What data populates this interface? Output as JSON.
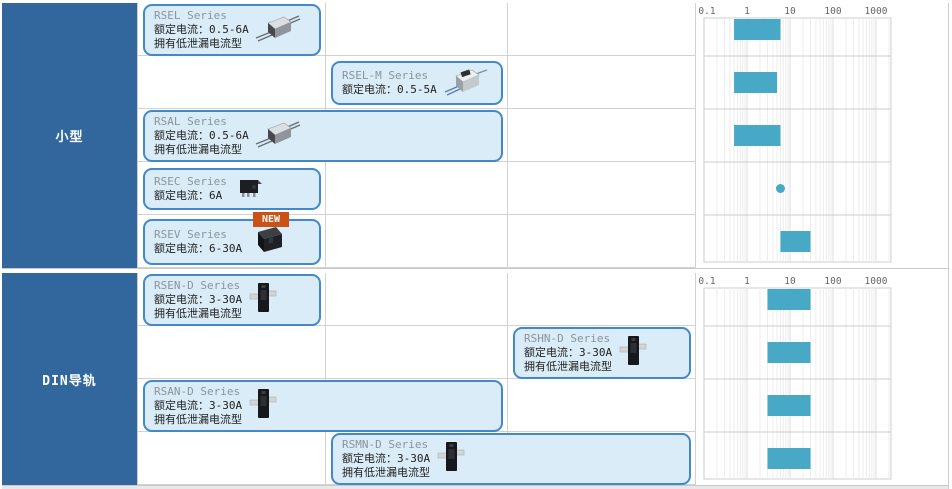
{
  "colors": {
    "sidebar_bg": "#31679C",
    "sidebar_text": "#FFFFFF",
    "card_bg": "#D9ECF7",
    "card_border": "#4389C9",
    "series_text": "#8A949D",
    "spec_text": "#1F1F1F",
    "bar_fill": "#47A9C5",
    "badge_bg": "#CB5217",
    "badge_text": "#FFFFFF",
    "grid_line": "#CCCCCC",
    "axis_text": "#666666"
  },
  "sections": [
    {
      "id": "small",
      "label": "小型",
      "rows": [
        {
          "id": "rsel",
          "series": "RSEL Series",
          "specs": [
            "额定电流：0.5-6A",
            "拥有低泄漏电流型"
          ],
          "col": 1,
          "span": 1,
          "image": "relay-pcb"
        },
        {
          "id": "rsel-m",
          "series": "RSEL-M Series",
          "specs": [
            "额定电流：0.5-5A"
          ],
          "col": 2,
          "span": 1,
          "image": "relay-metal"
        },
        {
          "id": "rsal",
          "series": "RSAL Series",
          "specs": [
            "额定电流：0.5-6A",
            "拥有低泄漏电流型"
          ],
          "col": 1,
          "span": 2,
          "image": "relay-pcb"
        },
        {
          "id": "rsec",
          "series": "RSEC Series",
          "specs": [
            "额定电流：6A"
          ],
          "col": 1,
          "span": 1,
          "image": "relay-cube"
        },
        {
          "id": "rsev",
          "series": "RSEV Series",
          "specs": [
            "额定电流：6-30A"
          ],
          "col": 1,
          "span": 1,
          "image": "relay-block",
          "badge": "NEW"
        }
      ]
    },
    {
      "id": "din",
      "label": "DIN导轨",
      "rows": [
        {
          "id": "rsen-d",
          "series": "RSEN-D Series",
          "specs": [
            "额定电流：3-30A",
            "拥有低泄漏电流型"
          ],
          "col": 1,
          "span": 1,
          "image": "relay-din"
        },
        {
          "id": "rshn-d",
          "series": "RSHN-D Series",
          "specs": [
            "额定电流：3-30A",
            "拥有低泄漏电流型"
          ],
          "col": 3,
          "span": 1,
          "image": "relay-din"
        },
        {
          "id": "rsan-d",
          "series": "RSAN-D Series",
          "specs": [
            "额定电流：3-30A",
            "拥有低泄漏电流型"
          ],
          "col": 1,
          "span": 2,
          "image": "relay-din"
        },
        {
          "id": "rsmn-d",
          "series": "RSMN-D Series",
          "specs": [
            "额定电流：3-30A",
            "拥有低泄漏电流型"
          ],
          "col": 2,
          "span": 2,
          "image": "relay-din"
        }
      ]
    }
  ],
  "chart_data": [
    {
      "type": "bar",
      "orientation": "horizontal-range",
      "xscale": "log",
      "xticks": [
        "0.1",
        "1",
        "10",
        "100",
        "1000"
      ],
      "xlim": [
        0.1,
        2000
      ],
      "unit": "A",
      "grid": true,
      "series": [
        {
          "name": "RSEL Series",
          "range": [
            0.5,
            6
          ]
        },
        {
          "name": "RSEL-M Series",
          "range": [
            0.5,
            5
          ]
        },
        {
          "name": "RSAL Series",
          "range": [
            0.5,
            6
          ]
        },
        {
          "name": "RSEC Series",
          "point": 6
        },
        {
          "name": "RSEV Series",
          "range": [
            6,
            30
          ]
        }
      ]
    },
    {
      "type": "bar",
      "orientation": "horizontal-range",
      "xscale": "log",
      "xticks": [
        "0.1",
        "1",
        "10",
        "100",
        "1000"
      ],
      "xlim": [
        0.1,
        2000
      ],
      "unit": "A",
      "grid": true,
      "series": [
        {
          "name": "RSEN-D Series",
          "range": [
            3,
            30
          ]
        },
        {
          "name": "RSHN-D Series",
          "range": [
            3,
            30
          ]
        },
        {
          "name": "RSAN-D Series",
          "range": [
            3,
            30
          ]
        },
        {
          "name": "RSMN-D Series",
          "range": [
            3,
            30
          ]
        }
      ]
    }
  ]
}
